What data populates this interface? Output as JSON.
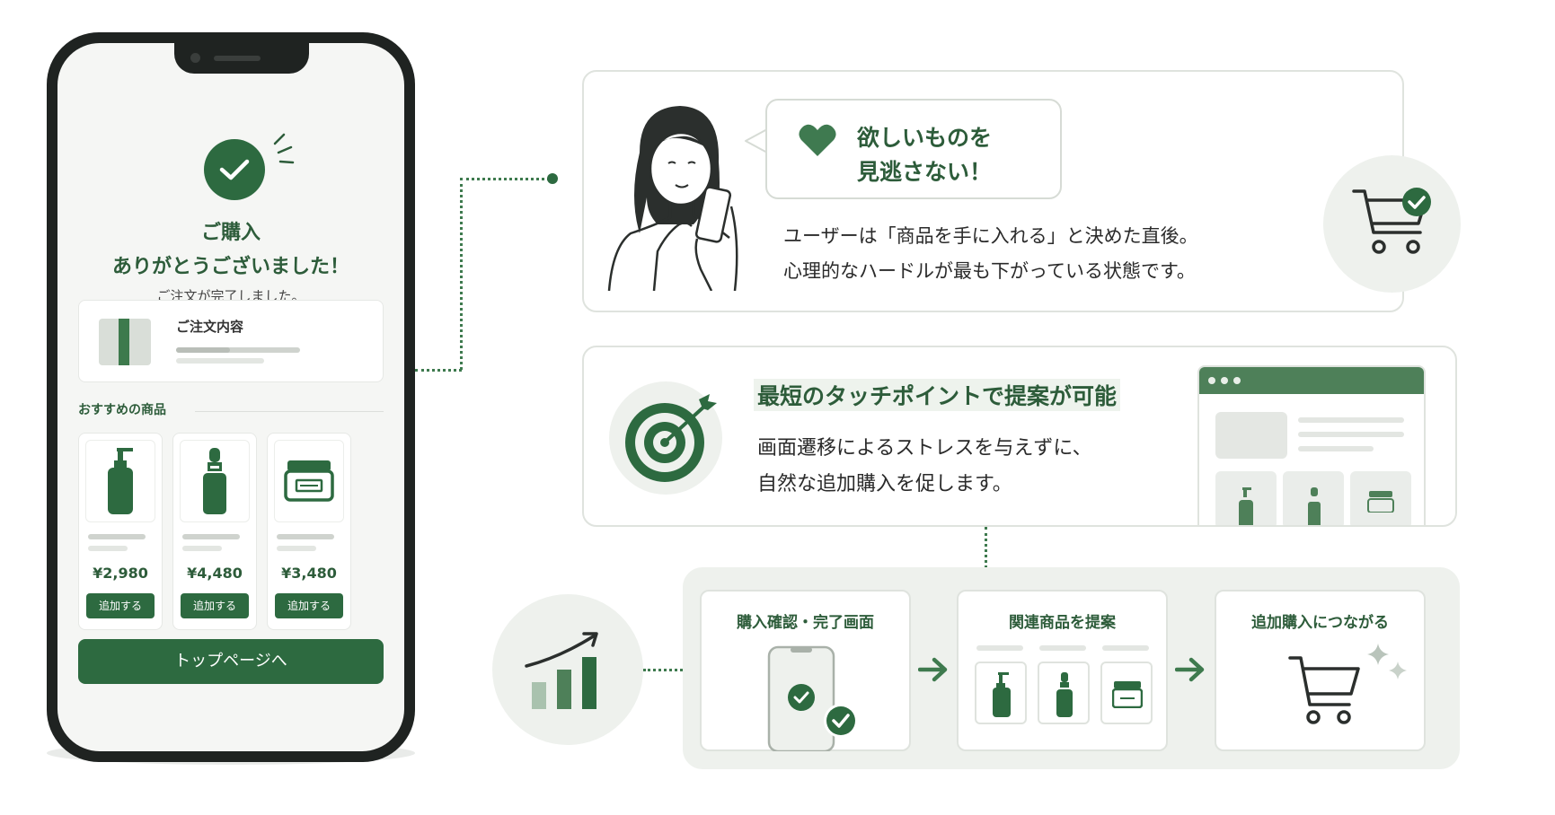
{
  "phone": {
    "thanks_line1": "ご購入",
    "thanks_line2": "ありがとうございました！",
    "thanks_sub": "ご注文が完了しました。",
    "order_title": "ご注文内容",
    "reco_label": "おすすめの商品",
    "products": [
      {
        "price": "¥2,980",
        "add_label": "追加する",
        "icon": "pump-bottle-icon"
      },
      {
        "price": "¥4,480",
        "add_label": "追加する",
        "icon": "dropper-bottle-icon"
      },
      {
        "price": "¥3,480",
        "add_label": "追加する",
        "icon": "cream-jar-icon"
      }
    ],
    "top_button": "トップページへ"
  },
  "card1": {
    "bubble_line1": "欲しいものを",
    "bubble_line2": "見逃さない！",
    "text_line1": "ユーザーは「商品を手に入れる」と決めた直後。",
    "text_line2": "心理的なハードルが最も下がっている状態です。"
  },
  "card2": {
    "title": "最短のタッチポイントで提案が可能",
    "text_line1": "画面遷移によるストレスを与えずに、",
    "text_line2": "自然な追加購入を促します。"
  },
  "flow": {
    "steps": [
      {
        "label": "購入確認・完了画面"
      },
      {
        "label": "関連商品を提案"
      },
      {
        "label": "追加購入につながる"
      }
    ]
  },
  "colors": {
    "primary_green": "#2d6a40",
    "text_green": "#2d5c3a",
    "soft_green_bg": "#eef1ed"
  }
}
